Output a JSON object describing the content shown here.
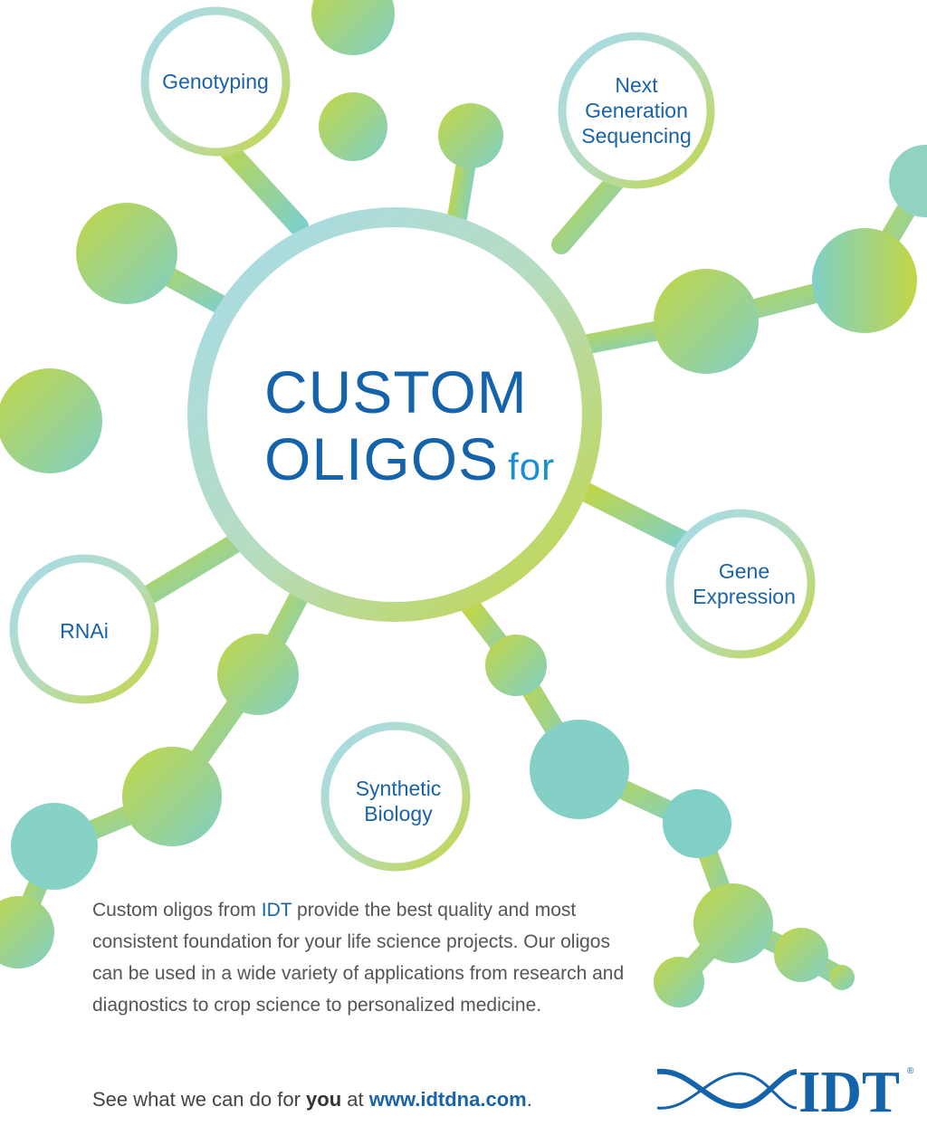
{
  "headline": {
    "line1": "CUSTOM",
    "line2": "OLIGOS",
    "for": "for"
  },
  "applications": [
    {
      "label_lines": [
        "Genotyping"
      ]
    },
    {
      "label_lines": [
        "Next",
        "Generation",
        "Sequencing"
      ]
    },
    {
      "label_lines": [
        "Gene",
        "Expression"
      ]
    },
    {
      "label_lines": [
        "RNAi"
      ]
    },
    {
      "label_lines": [
        "Synthetic",
        "Biology"
      ]
    }
  ],
  "body": {
    "pre": "Custom oligos from ",
    "brand": "IDT",
    "post": " provide the best quality and most consistent foundation for your life science projects. Our oligos can be used in a wide variety of applications from research and diagnostics to crop science to personalized medicine."
  },
  "cta": {
    "pre": "See what we can do for ",
    "you": "you",
    "mid": " at ",
    "url": "www.idtdna.com",
    "end": "."
  },
  "logo": {
    "text": "IDT",
    "registered": "®"
  },
  "colors": {
    "green": "#c2d644",
    "teal": "#7fd0c8",
    "blue": "#a6dbea",
    "brand": "#1463ab"
  }
}
